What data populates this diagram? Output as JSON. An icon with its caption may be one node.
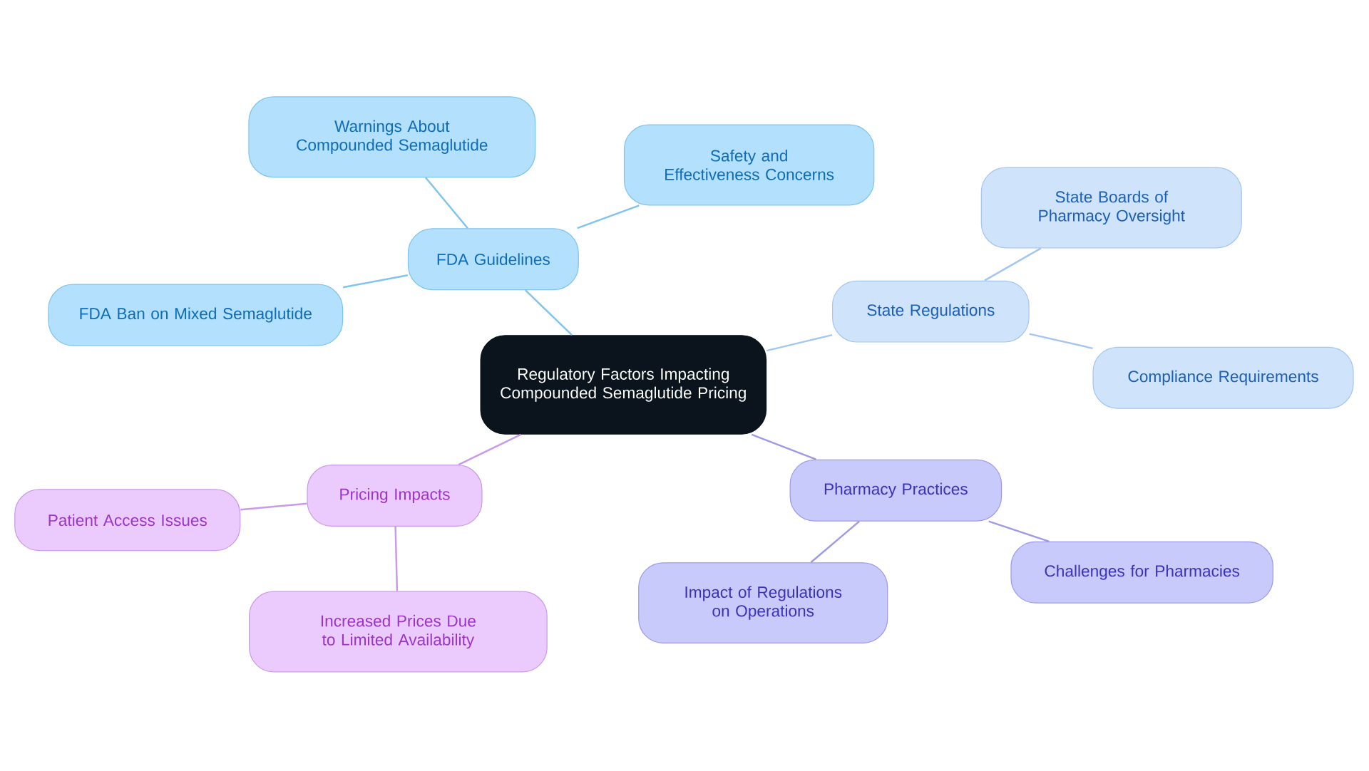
{
  "diagram": {
    "nodes": [
      {
        "text": [
          "Regulatory Factors Impacting Compounded Semaglutide Pricing"
        ]
      },
      {
        "text": [
          "FDA Guidelines"
        ]
      },
      {
        "text": [
          "Warnings About Compounded Semaglutide"
        ]
      },
      {
        "text": [
          "Safety and Effectiveness Concerns"
        ]
      },
      {
        "text": [
          "FDA Ban on Mixed Semaglutide"
        ]
      },
      {
        "text": [
          "State Regulations"
        ]
      },
      {
        "text": [
          "State Boards of Pharmacy Oversight"
        ]
      },
      {
        "text": [
          "Compliance Requirements"
        ]
      },
      {
        "text": [
          "Pharmacy Practices"
        ]
      },
      {
        "text": [
          "Impact of Regulations on Operations"
        ]
      },
      {
        "text": [
          "Challenges for Pharmacies"
        ]
      },
      {
        "text": [
          "Pricing Impacts"
        ]
      },
      {
        "text": [
          "Patient Access Issues"
        ]
      },
      {
        "text": [
          "Increased Prices Due to Limited Availability"
        ]
      }
    ],
    "edges": [
      {
        "from": 0,
        "to": 1,
        "arrow": "none"
      },
      {
        "from": 1,
        "to": 2,
        "arrow": "none"
      },
      {
        "from": 1,
        "to": 3,
        "arrow": "none"
      },
      {
        "from": 1,
        "to": 4,
        "arrow": "none"
      },
      {
        "from": 0,
        "to": 5,
        "arrow": "none",
        "color": "#a3c6f0"
      },
      {
        "from": 5,
        "to": 6,
        "arrow": "none",
        "color": "#a3c6f0"
      },
      {
        "from": 5,
        "to": 7,
        "arrow": "none",
        "color": "#a3c6f0"
      },
      {
        "from": 0,
        "to": 8,
        "arrow": "none",
        "color": "#9d9be8"
      },
      {
        "from": 8,
        "to": 9,
        "arrow": "none",
        "color": "#9d9be8"
      },
      {
        "from": 8,
        "to": 10,
        "arrow": "none",
        "color": "#9d9be8"
      },
      {
        "from": 0,
        "to": 11,
        "arrow": "none",
        "color": "#c99ae9"
      },
      {
        "from": 11,
        "to": 12,
        "arrow": "none",
        "color": "#c99ae9"
      },
      {
        "from": 11,
        "to": 13,
        "arrow": "none",
        "color": "#c99ae9"
      }
    ]
  }
}
